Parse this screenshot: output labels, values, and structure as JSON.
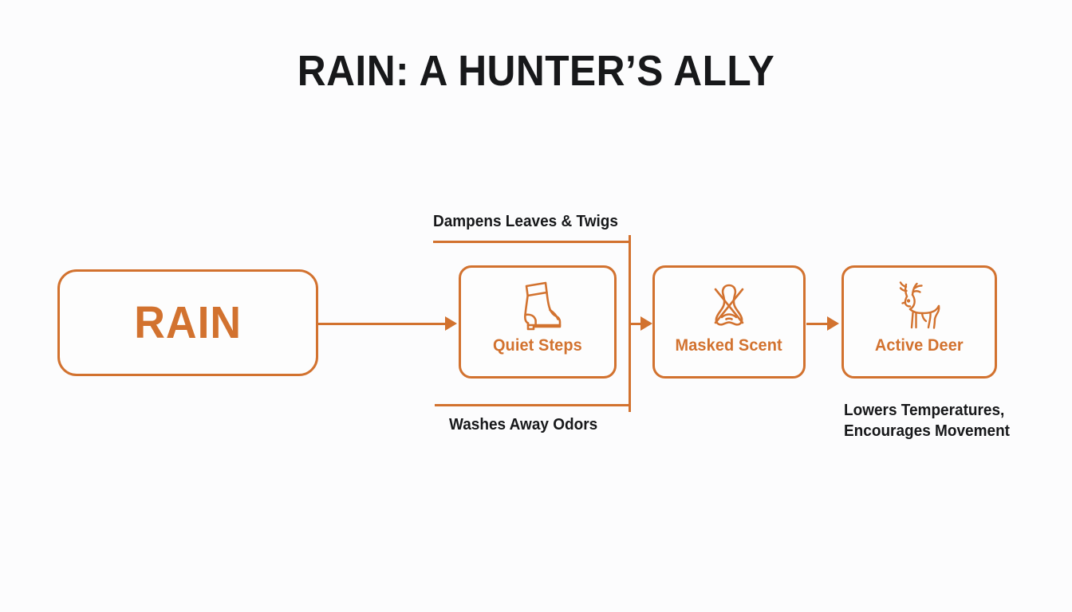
{
  "page": {
    "title": "RAIN: A HUNTER’S ALLY",
    "background_color": "#fcfcfd",
    "accent_color": "#d2722f",
    "text_color": "#17181a"
  },
  "diagram": {
    "source": {
      "label": "RAIN",
      "name": "rain-node"
    },
    "nodes": [
      {
        "label": "Quiet Steps",
        "icon": "boot-icon",
        "name": "quiet-steps-node"
      },
      {
        "label": "Masked Scent",
        "icon": "nose-crossed-icon",
        "name": "masked-scent-node"
      },
      {
        "label": "Active Deer",
        "icon": "deer-icon",
        "name": "active-deer-node"
      }
    ],
    "captions": {
      "top": "Dampens Leaves & Twigs",
      "bottom": "Washes Away Odors",
      "right_line1": "Lowers Temperatures,",
      "right_line2": "Encourages Movement"
    }
  }
}
